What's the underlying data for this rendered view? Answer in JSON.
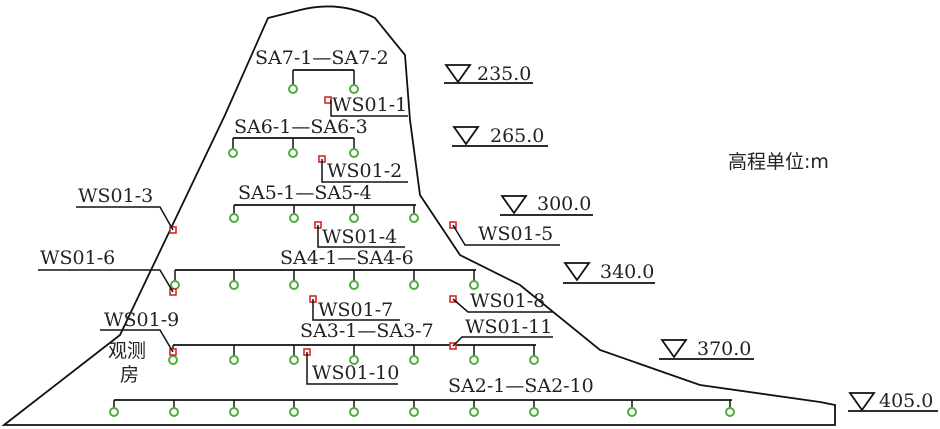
{
  "unit_note": "高程单位:m",
  "house_label": [
    "观测",
    "房"
  ],
  "colors": {
    "outline": "#111111",
    "sensor_green": "#4caf3a",
    "sensor_red": "#d62728"
  },
  "elevations": [
    "235.0",
    "265.0",
    "300.0",
    "340.0",
    "370.0",
    "405.0"
  ],
  "sa_groups": [
    "SA7-1—SA7-2",
    "SA6-1—SA6-3",
    "SA5-1—SA5-4",
    "SA4-1—SA4-6",
    "SA3-1—SA3-7",
    "SA2-1—SA2-10"
  ],
  "ws_points": [
    "WS01-1",
    "WS01-2",
    "WS01-3",
    "WS01-4",
    "WS01-5",
    "WS01-6",
    "WS01-7",
    "WS01-8",
    "WS01-9",
    "WS01-10",
    "WS01-11"
  ]
}
